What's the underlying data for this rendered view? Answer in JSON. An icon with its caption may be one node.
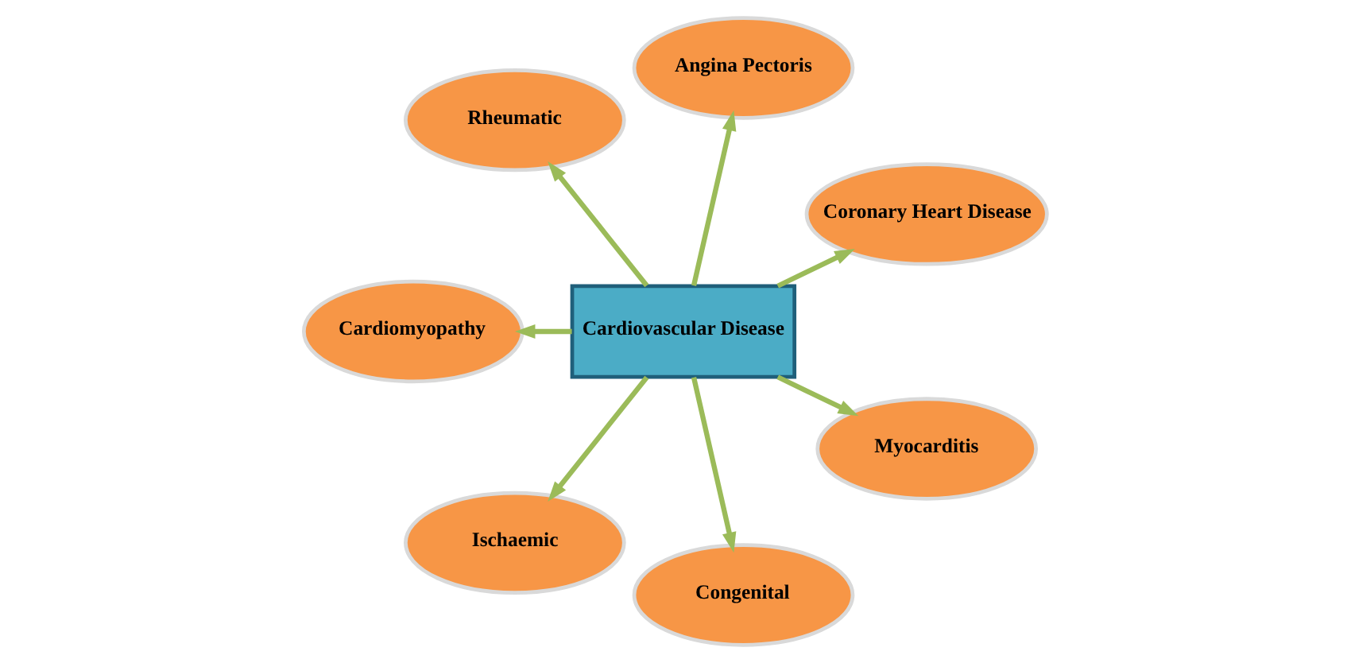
{
  "diagram": {
    "nodes": [
      {
        "text": [
          "Cardiovascular Disease"
        ]
      },
      {
        "text": [
          "Coronary Heart Disease"
        ]
      },
      {
        "text": [
          "Angina Pectoris"
        ]
      },
      {
        "text": [
          "Rheumatic"
        ]
      },
      {
        "text": [
          "Cardiomyopathy"
        ]
      },
      {
        "text": [
          "Ischaemic"
        ]
      },
      {
        "text": [
          "Congenital"
        ]
      },
      {
        "text": [
          "Myocarditis"
        ]
      }
    ],
    "edges": [
      {
        "from": 0,
        "to": 1,
        "arrow": "to"
      },
      {
        "from": 0,
        "to": 2,
        "arrow": "to"
      },
      {
        "from": 0,
        "to": 3,
        "arrow": "to"
      },
      {
        "from": 0,
        "to": 4,
        "arrow": "to"
      },
      {
        "from": 0,
        "to": 5,
        "arrow": "to"
      },
      {
        "from": 0,
        "to": 6,
        "arrow": "to"
      },
      {
        "from": 0,
        "to": 7,
        "arrow": "to"
      }
    ]
  }
}
